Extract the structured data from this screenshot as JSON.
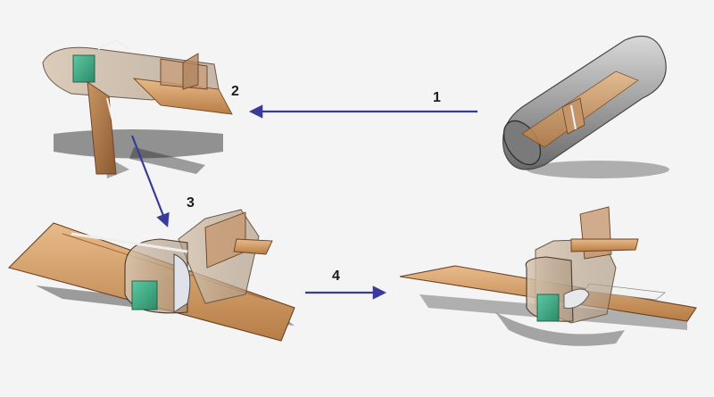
{
  "steps": [
    {
      "id": "1",
      "label": "1"
    },
    {
      "id": "2",
      "label": "2"
    },
    {
      "id": "3",
      "label": "3"
    },
    {
      "id": "4",
      "label": "4"
    }
  ],
  "colors": {
    "arrow": "#3a3a9a",
    "wood": "#d9a877",
    "wood_dark": "#a06a3c",
    "canopy": "#c9c9c9",
    "servo": "#3fae8a",
    "shadow": "#3a3a3a",
    "background": "#f4f4f4"
  },
  "icons": {
    "arrow_head": "arrow-head-icon"
  }
}
